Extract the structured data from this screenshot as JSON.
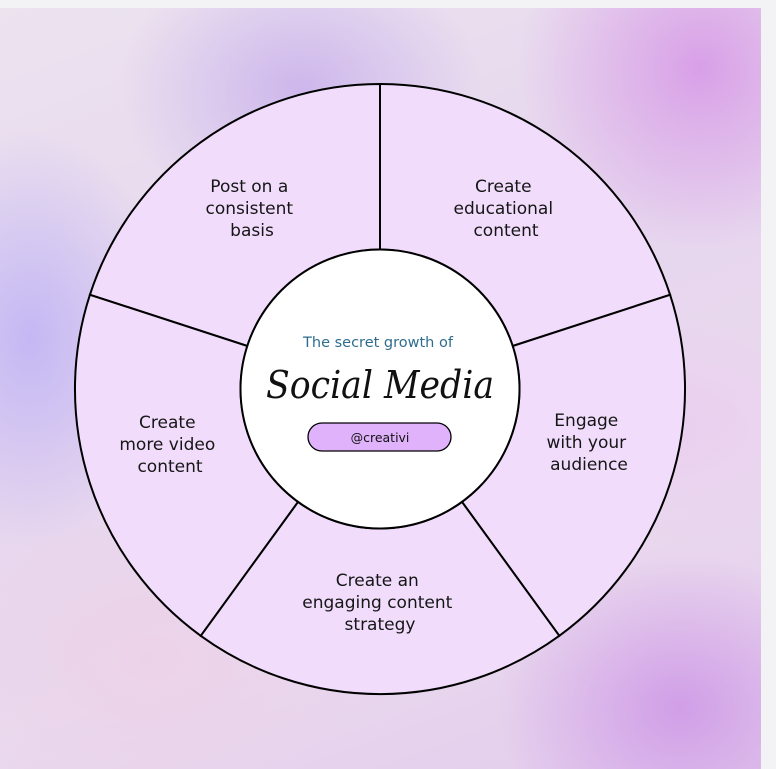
{
  "center": {
    "subtitle": "The secret growth of",
    "title": "Social Media",
    "handle": "@creativi"
  },
  "segments": [
    {
      "lines": [
        "Post on a",
        "consistent",
        "basis"
      ]
    },
    {
      "lines": [
        "Create",
        "educational",
        "content"
      ]
    },
    {
      "lines": [
        "Engage",
        "with your",
        "audience"
      ]
    },
    {
      "lines": [
        "Create an",
        "engaging content",
        "strategy"
      ]
    },
    {
      "lines": [
        "Create",
        "more video",
        "content"
      ]
    }
  ],
  "colors": {
    "segment_fill": "#f1dcfb",
    "center_fill": "#ffffff",
    "pill_fill": "#e0b2fb",
    "subtitle_color": "#2e6d8f"
  }
}
